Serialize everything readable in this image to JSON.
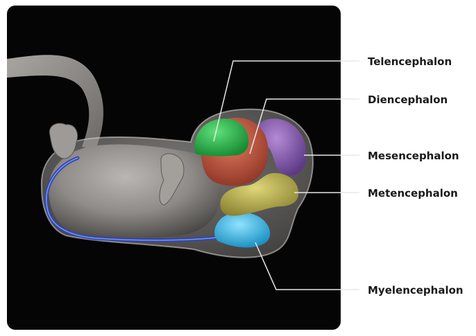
{
  "labels": {
    "telencephalon": "Telencephalon",
    "diencephalon": "Diencephalon",
    "mesencephalon": "Mesencephalon",
    "metencephalon": "Metencephalon",
    "myelencephalon": "Myelencephalon"
  },
  "colors": {
    "panel_background": "#050505",
    "embryo_body": "#8c8a88",
    "membrane": "#bdbab6",
    "spinal_cord": "#2f47b4",
    "telencephalon": "#2bb14a",
    "diencephalon": "#c2563f",
    "mesencephalon": "#8759ad",
    "metencephalon": "#b6ad4c",
    "myelencephalon": "#3eb6e4",
    "leader_line": "#e8e8e8"
  }
}
